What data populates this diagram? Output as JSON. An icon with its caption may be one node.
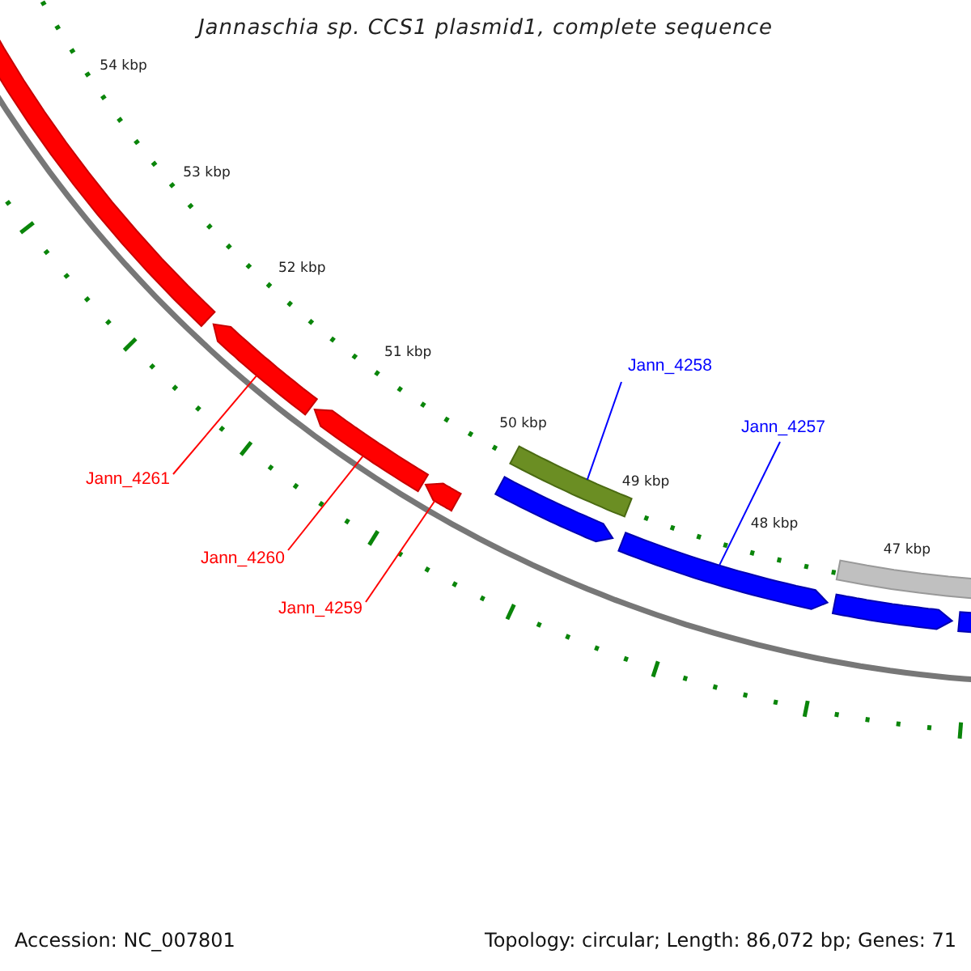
{
  "diagram": {
    "title": "Jannaschia sp. CCS1 plasmid1, complete sequence",
    "nodes": [
      {
        "text": [
          "Jann_4258"
        ]
      },
      {
        "text": [
          "Jann_4257"
        ]
      },
      {
        "text": [
          "Jann_4261"
        ]
      },
      {
        "text": [
          "Jann_4260"
        ]
      },
      {
        "text": [
          "Jann_4259"
        ]
      },
      {
        "text": [],
        "shape": "bar"
      },
      {
        "text": [],
        "shape": "bar"
      },
      {
        "text": [],
        "shape": "bar"
      },
      {
        "text": [],
        "shape": "bar"
      },
      {
        "text": [],
        "shape": "bar"
      },
      {
        "text": [],
        "shape": "bar"
      },
      {
        "text": [],
        "shape": "bar"
      },
      {
        "text": [],
        "shape": "bar"
      },
      {
        "text": [],
        "shape": "bar"
      },
      {
        "text": [],
        "shape": "bar"
      }
    ],
    "edges": [
      {
        "from": 2,
        "to": 6,
        "arrow": "none"
      },
      {
        "from": 3,
        "to": 7,
        "arrow": "none"
      },
      {
        "from": 4,
        "to": 8,
        "arrow": "none"
      },
      {
        "from": 0,
        "to": 10,
        "arrow": "none",
        "color": "#0000ff"
      },
      {
        "from": 1,
        "to": 11,
        "arrow": "none",
        "color": "#0000ff"
      }
    ],
    "labels": [
      "54 kbp",
      "53 kbp",
      "52 kbp",
      "51 kbp",
      "50 kbp",
      "49 kbp",
      "48 kbp",
      "47 kbp",
      "Accession: NC_007801",
      "Topology: circular; Length: 86,072 bp; Genes: 71"
    ]
  }
}
